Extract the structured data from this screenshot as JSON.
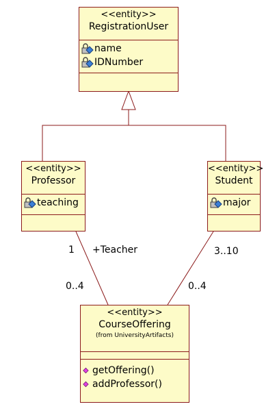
{
  "classes": {
    "registration_user": {
      "stereotype": "<<entity>>",
      "name": "RegistrationUser",
      "attributes": [
        "name",
        "IDNumber"
      ]
    },
    "professor": {
      "stereotype": "<<entity>>",
      "name": "Professor",
      "attributes": [
        "teaching"
      ]
    },
    "student": {
      "stereotype": "<<entity>>",
      "name": "Student",
      "attributes": [
        "major"
      ]
    },
    "course_offering": {
      "stereotype": "<<entity>>",
      "name": "CourseOffering",
      "from": "(from UniversityArtifacts)",
      "operations": [
        "getOffering()",
        "addProfessor()"
      ]
    }
  },
  "associations": {
    "professor_offering": {
      "role": "+Teacher",
      "multiplicity_professor_end": "1",
      "multiplicity_offering_end": "0..4"
    },
    "student_offering": {
      "multiplicity_student_end": "3..10",
      "multiplicity_offering_end": "0..4"
    }
  },
  "colors": {
    "class_fill": "#fdfbc8",
    "class_border": "#8b1a1a",
    "generalization_line": "#8b1a1a",
    "association_line": "#8b1a1a"
  },
  "icons": {
    "attribute": "attribute-lock-icon",
    "operation": "operation-diamond-icon"
  }
}
